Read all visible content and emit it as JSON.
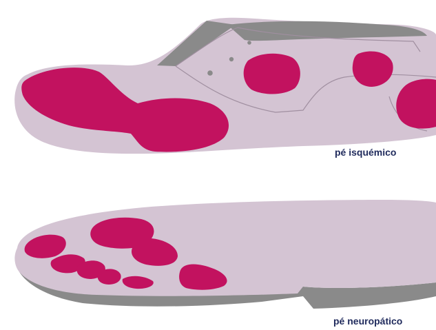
{
  "figure": {
    "top_label": "pé isquémico",
    "bottom_label": "pé neuropático"
  },
  "colors": {
    "shoe_body": "#d4c4d3",
    "shoe_dark": "#8a8a8a",
    "outline": "#a08fa0",
    "pressure_zone": "#c2125f",
    "label_text": "#1f2a5c",
    "background": "#ffffff"
  },
  "icons": {
    "top_shoe": "ischemic-foot-shoe-illustration",
    "bottom_insole": "neuropathic-foot-insole-illustration"
  }
}
